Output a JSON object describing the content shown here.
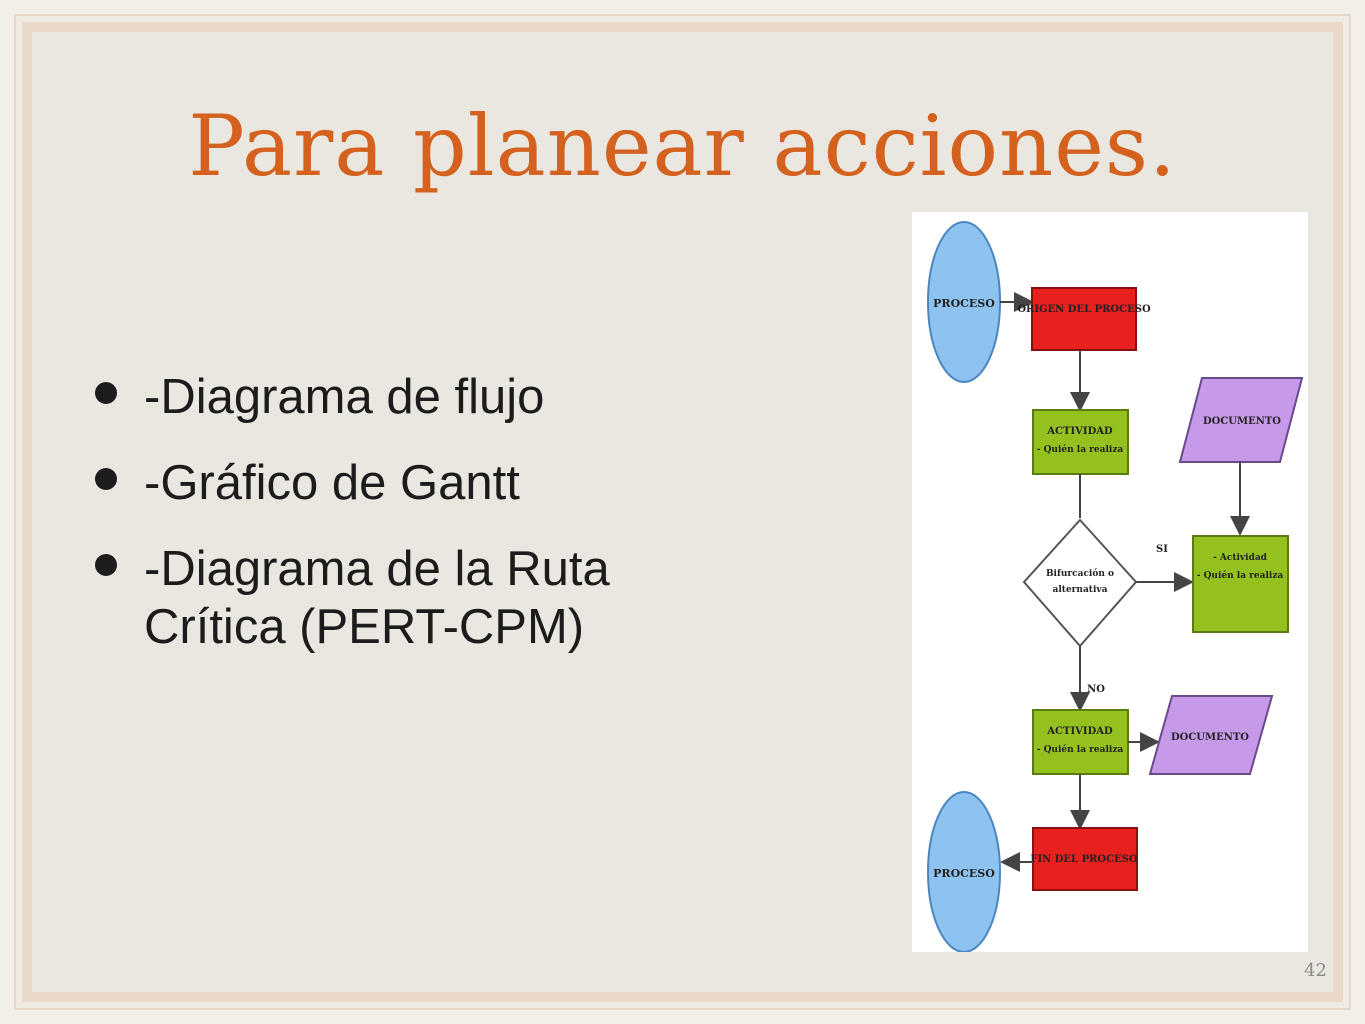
{
  "title": "Para planear acciones.",
  "bullets": [
    "-Diagrama de flujo",
    "-Gráfico de Gantt",
    "-Diagrama de la Ruta Crítica (PERT-CPM)"
  ],
  "flowchart": {
    "start_circle": "PROCESO",
    "origin_box": "ORIGEN DEL PROCESO",
    "activity1": [
      "ACTIVIDAD",
      "- Quién la realiza"
    ],
    "document1": "DOCUMENTO",
    "decision": [
      "Bifurcación o",
      "alternativa"
    ],
    "yes_label": "SI",
    "activity_right": [
      "- Actividad",
      "- Quién la realiza"
    ],
    "no_label": "NO",
    "activity2": [
      "ACTIVIDAD",
      "- Quién la realiza"
    ],
    "document2": "DOCUMENTO",
    "end_box": "FIN DEL PROCESO",
    "end_circle": "PROCESO"
  },
  "colors": {
    "title": "#d4621e",
    "circle": "#8fc3ef",
    "red_box": "#e8201e",
    "green_box": "#95c11f",
    "purple_doc": "#c79ae9"
  },
  "page_number": "42"
}
